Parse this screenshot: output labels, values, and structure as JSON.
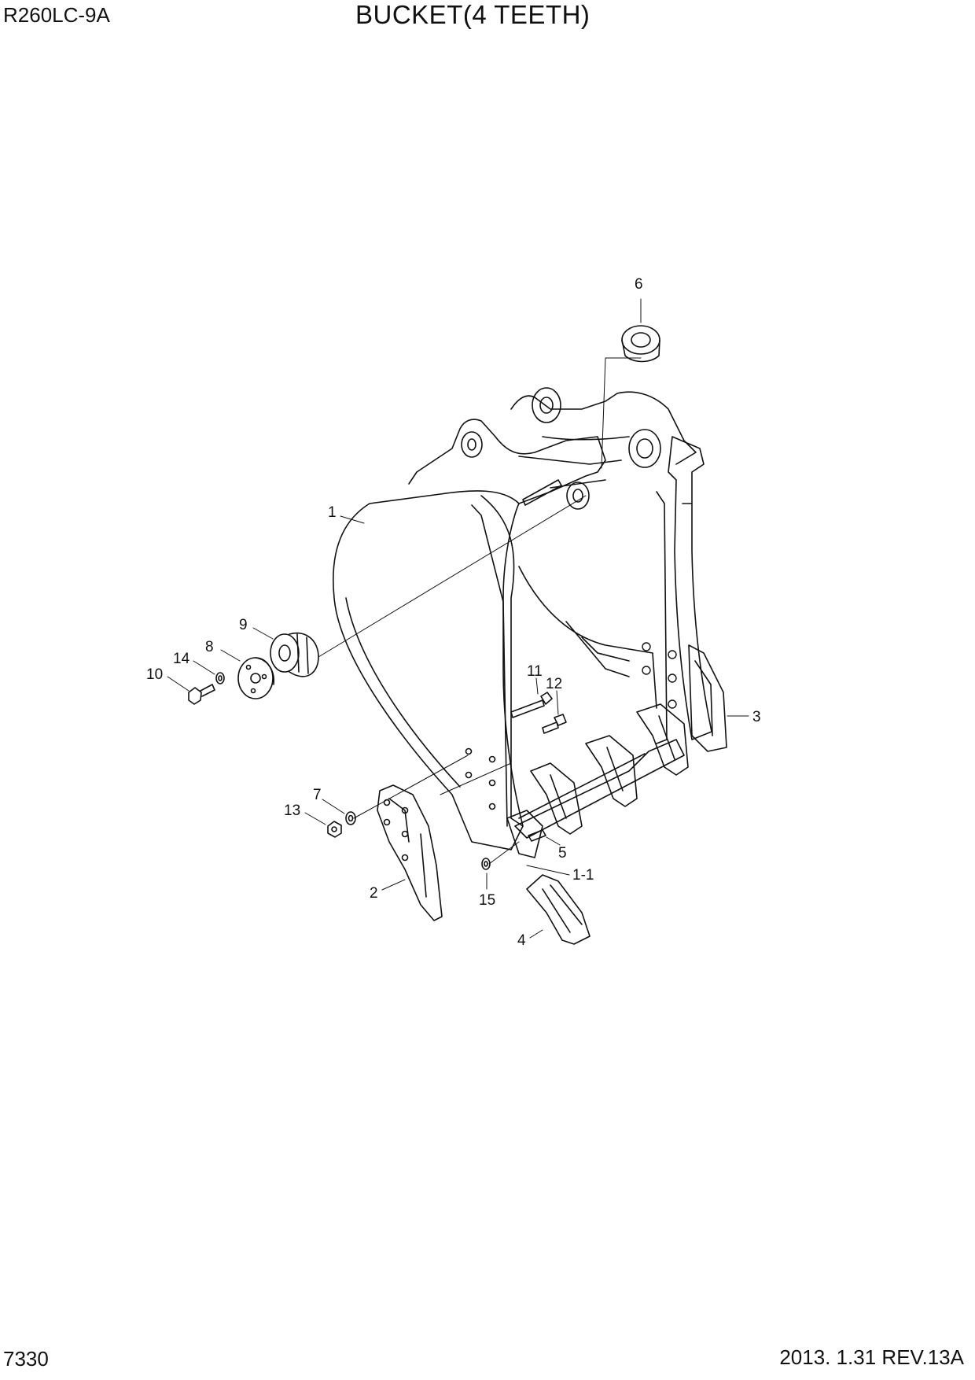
{
  "header": {
    "model": "R260LC-9A",
    "title": "BUCKET(4 TEETH)"
  },
  "footer": {
    "page_number": "7330",
    "revision": "2013. 1.31  REV.13A"
  },
  "callouts": {
    "c1": "1",
    "c1_1": "1-1",
    "c2": "2",
    "c3": "3",
    "c4": "4",
    "c5": "5",
    "c6": "6",
    "c7": "7",
    "c8": "8",
    "c9": "9",
    "c10": "10",
    "c11": "11",
    "c12": "12",
    "c13": "13",
    "c14": "14",
    "c15": "15"
  }
}
